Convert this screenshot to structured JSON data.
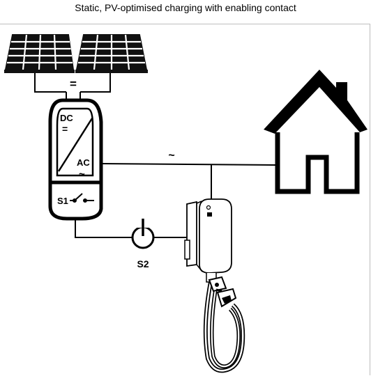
{
  "title": "Static, PV-optimised charging with enabling contact",
  "inverter": {
    "dc_label": "DC",
    "dc_symbol": "=",
    "ac_label": "AC",
    "ac_symbol": "~",
    "switch_label": "S1"
  },
  "panel_link_symbol": "=",
  "ac_line_symbol": "~",
  "contact_switch_label": "S2",
  "icons": [
    "solar-panel-icon",
    "house-icon",
    "wallbox-icon",
    "charging-cable-icon",
    "power-button-icon"
  ]
}
